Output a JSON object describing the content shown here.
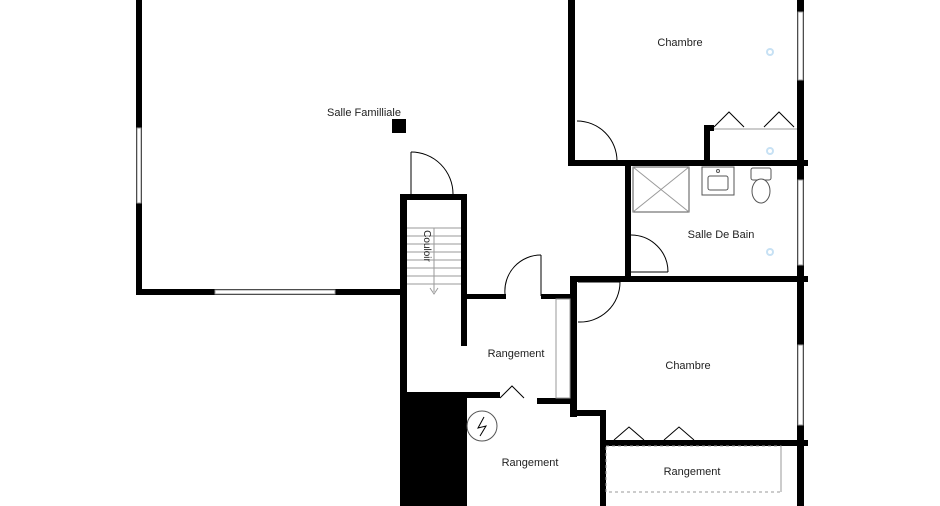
{
  "plan": {
    "rooms": {
      "family": "Salle Familliale",
      "bedroom_top": "Chambre",
      "bathroom": "Salle De Bain",
      "bedroom_mid": "Chambre",
      "storage_1": "Rangement",
      "storage_2": "Rangement",
      "storage_3": "Rangement",
      "hallway": "Couloir"
    },
    "colors": {
      "wall": "#000000",
      "fixture_line": "#9a9a9a",
      "background": "#ffffff",
      "sensor": "#8fc3ea"
    },
    "icons": [
      "door-swing-icon",
      "bifold-door-icon",
      "sink-icon",
      "toilet-icon",
      "shower-icon",
      "electrical-panel-icon",
      "ceiling-sensor-icon"
    ]
  }
}
